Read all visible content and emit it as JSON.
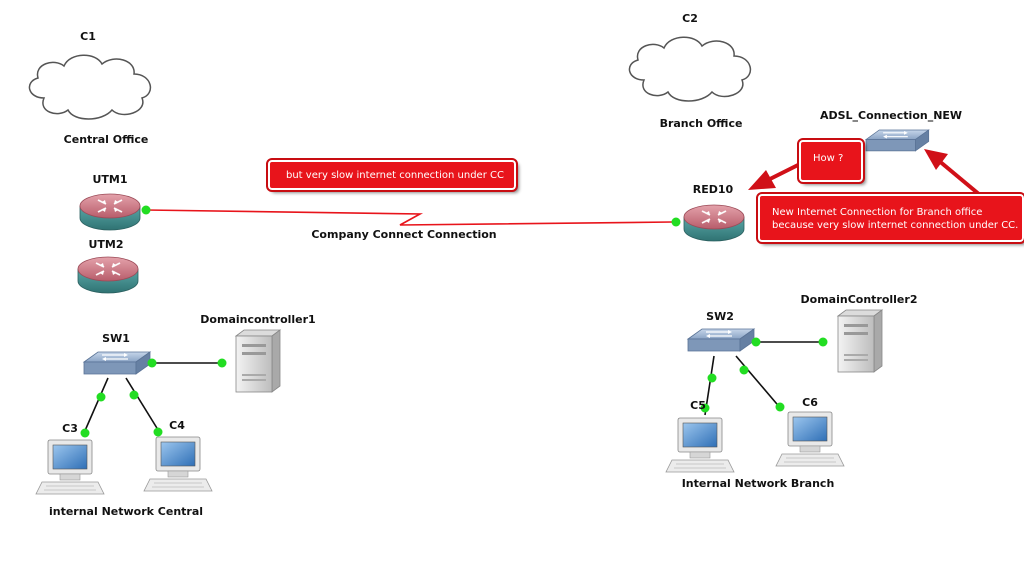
{
  "labels": {
    "c1": "C1",
    "c2": "C2",
    "central_office": "Central Office",
    "branch_office": "Branch Office",
    "utm1": "UTM1",
    "utm2": "UTM2",
    "red10": "RED10",
    "adsl": "ADSL_Connection_NEW",
    "company_connect": "Company Connect Connection",
    "sw1": "SW1",
    "sw2": "SW2",
    "dc1": "Domaincontroller1",
    "dc2": "DomainController2",
    "c3": "C3",
    "c4": "C4",
    "c5": "C5",
    "c6": "C6",
    "internal_central": "internal Network Central",
    "internal_branch": "Internal Network Branch"
  },
  "callouts": {
    "slow": "but very slow internet connection under CC",
    "how": "How ?",
    "new_connection": "New Internet Connection for Branch office because very slow internet connection under CC."
  },
  "colors": {
    "link": "#e8141b",
    "port": "#22dd22",
    "callout": "#e8141b",
    "router_top": "#c9737f",
    "router_side": "#3f8f8f",
    "switch": "#8fa8c8"
  },
  "icons": [
    "cloud-icon",
    "router-icon",
    "switch-icon",
    "server-icon",
    "computer-icon"
  ]
}
